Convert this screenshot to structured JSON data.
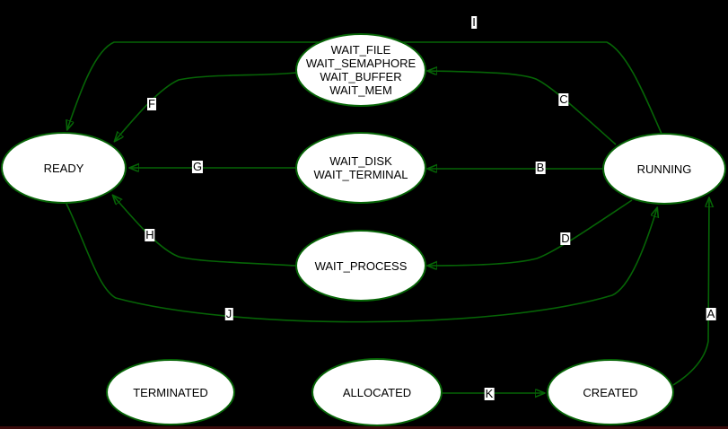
{
  "diagram": {
    "title": "process-state-diagram",
    "colors": {
      "background": "#000000",
      "node_fill": "#ffffff",
      "node_border": "#066406",
      "edge": "#066406",
      "node_text": "#000000",
      "edge_label_bg": "#ffffff",
      "bottom_strip": "#3a0a0a"
    }
  },
  "nodes": [
    {
      "id": "ready",
      "label": "READY"
    },
    {
      "id": "wait_file_group",
      "label": "WAIT_FILE\nWAIT_SEMAPHORE\nWAIT_BUFFER\nWAIT_MEM"
    },
    {
      "id": "wait_disk_group",
      "label": "WAIT_DISK\nWAIT_TERMINAL"
    },
    {
      "id": "wait_process",
      "label": "WAIT_PROCESS"
    },
    {
      "id": "running",
      "label": "RUNNING"
    },
    {
      "id": "terminated",
      "label": "TERMINATED"
    },
    {
      "id": "allocated",
      "label": "ALLOCATED"
    },
    {
      "id": "created",
      "label": "CREATED"
    }
  ],
  "edges": [
    {
      "label": "A",
      "from": "CREATED",
      "to": "RUNNING"
    },
    {
      "label": "B",
      "from": "RUNNING",
      "to": "WAIT_DISK / WAIT_TERMINAL"
    },
    {
      "label": "C",
      "from": "RUNNING",
      "to": "WAIT_FILE / WAIT_SEMAPHORE / WAIT_BUFFER / WAIT_MEM"
    },
    {
      "label": "D",
      "from": "RUNNING",
      "to": "WAIT_PROCESS"
    },
    {
      "label": "F",
      "from": "WAIT_FILE / WAIT_SEMAPHORE / WAIT_BUFFER / WAIT_MEM",
      "to": "READY"
    },
    {
      "label": "G",
      "from": "WAIT_DISK / WAIT_TERMINAL",
      "to": "READY"
    },
    {
      "label": "H",
      "from": "WAIT_PROCESS",
      "to": "READY"
    },
    {
      "label": "I",
      "from": "RUNNING",
      "to": "READY"
    },
    {
      "label": "J",
      "from": "READY",
      "to": "RUNNING"
    },
    {
      "label": "K",
      "from": "ALLOCATED",
      "to": "CREATED"
    }
  ]
}
